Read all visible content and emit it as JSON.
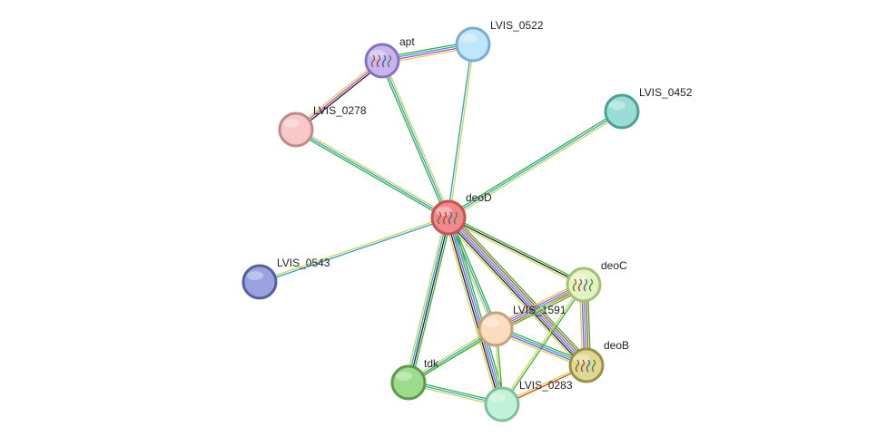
{
  "network": {
    "nodes": [
      {
        "id": "deoD",
        "label": "deoD",
        "fill": "#f08a8a",
        "stroke": "#c85050",
        "structure": true
      },
      {
        "id": "apt",
        "label": "apt",
        "fill": "#c9b6ef",
        "stroke": "#8a72c2",
        "structure": true
      },
      {
        "id": "LVIS_0522",
        "label": "LVIS_0522",
        "fill": "#c0e6fb",
        "stroke": "#7aaed0",
        "structure": false
      },
      {
        "id": "LVIS_0278",
        "label": "LVIS_0278",
        "fill": "#f8c8c8",
        "stroke": "#c08a8a",
        "structure": false
      },
      {
        "id": "LVIS_0452",
        "label": "LVIS_0452",
        "fill": "#9addd6",
        "stroke": "#4f9f97",
        "structure": false
      },
      {
        "id": "LVIS_0543",
        "label": "LVIS_0543",
        "fill": "#9aa2e0",
        "stroke": "#55609f",
        "structure": false
      },
      {
        "id": "deoC",
        "label": "deoC",
        "fill": "#e3f3c0",
        "stroke": "#a6c07a",
        "structure": true
      },
      {
        "id": "LVIS_1591",
        "label": "LVIS_1591",
        "fill": "#fcdcc0",
        "stroke": "#c8a07c",
        "structure": false
      },
      {
        "id": "deoB",
        "label": "deoB",
        "fill": "#dfd890",
        "stroke": "#9a904a",
        "structure": true
      },
      {
        "id": "tdk",
        "label": "tdk",
        "fill": "#9cdc8c",
        "stroke": "#5c9a4c",
        "structure": false
      },
      {
        "id": "LVIS_0283",
        "label": "LVIS_0283",
        "fill": "#c0f2d8",
        "stroke": "#7cc09c",
        "structure": false
      }
    ],
    "edges": [
      {
        "source": "deoD",
        "target": "apt",
        "colors": [
          "#33b233",
          "#2a9fd6",
          "#c9d84a"
        ]
      },
      {
        "source": "deoD",
        "target": "LVIS_0522",
        "colors": [
          "#2a9fd6",
          "#c9d84a"
        ]
      },
      {
        "source": "deoD",
        "target": "LVIS_0278",
        "colors": [
          "#33b233",
          "#2a9fd6",
          "#c9d84a"
        ]
      },
      {
        "source": "deoD",
        "target": "LVIS_0452",
        "colors": [
          "#33b233",
          "#2a9fd6",
          "#c9d84a"
        ]
      },
      {
        "source": "deoD",
        "target": "LVIS_0543",
        "colors": [
          "#2a9fd6",
          "#c9d84a"
        ]
      },
      {
        "source": "deoD",
        "target": "deoC",
        "colors": [
          "#33b233",
          "#222222",
          "#c9d84a"
        ]
      },
      {
        "source": "deoD",
        "target": "LVIS_1591",
        "colors": [
          "#33b233",
          "#2a9fd6",
          "#c9d84a"
        ]
      },
      {
        "source": "deoD",
        "target": "deoB",
        "colors": [
          "#33b233",
          "#e0401f",
          "#2a9fd6",
          "#8a4fd0",
          "#222222",
          "#c9d84a"
        ]
      },
      {
        "source": "deoD",
        "target": "tdk",
        "colors": [
          "#33b233",
          "#222222",
          "#2a9fd6",
          "#c9d84a"
        ]
      },
      {
        "source": "deoD",
        "target": "LVIS_0283",
        "colors": [
          "#33b233",
          "#2a9fd6",
          "#8a4fd0",
          "#222222",
          "#c9d84a"
        ]
      },
      {
        "source": "apt",
        "target": "LVIS_0522",
        "colors": [
          "#33b233",
          "#2a9fd6",
          "#d040c8",
          "#c9d84a"
        ]
      },
      {
        "source": "apt",
        "target": "LVIS_0278",
        "colors": [
          "#222222",
          "#d040c8",
          "#c9d84a"
        ]
      },
      {
        "source": "deoC",
        "target": "LVIS_1591",
        "colors": [
          "#33b233",
          "#e0401f",
          "#2a9fd6",
          "#d040c8",
          "#c9d84a"
        ]
      },
      {
        "source": "deoC",
        "target": "deoB",
        "colors": [
          "#33b233",
          "#e0401f",
          "#2a9fd6",
          "#8a4fd0",
          "#c9d84a"
        ]
      },
      {
        "source": "deoC",
        "target": "LVIS_0283",
        "colors": [
          "#33b233",
          "#c9d84a"
        ]
      },
      {
        "source": "deoC",
        "target": "tdk",
        "colors": [
          "#c9d84a"
        ]
      },
      {
        "source": "LVIS_1591",
        "target": "deoB",
        "colors": [
          "#33b233",
          "#2a9fd6",
          "#8a4fd0",
          "#c9d84a"
        ]
      },
      {
        "source": "LVIS_1591",
        "target": "LVIS_0283",
        "colors": [
          "#33b233",
          "#c9d84a"
        ]
      },
      {
        "source": "LVIS_1591",
        "target": "tdk",
        "colors": [
          "#33b233",
          "#2a9fd6",
          "#c9d84a"
        ]
      },
      {
        "source": "deoB",
        "target": "LVIS_0283",
        "colors": [
          "#e0401f",
          "#c9d84a"
        ]
      },
      {
        "source": "tdk",
        "target": "LVIS_0283",
        "colors": [
          "#33b233",
          "#2a9fd6",
          "#c9d84a"
        ]
      }
    ]
  }
}
